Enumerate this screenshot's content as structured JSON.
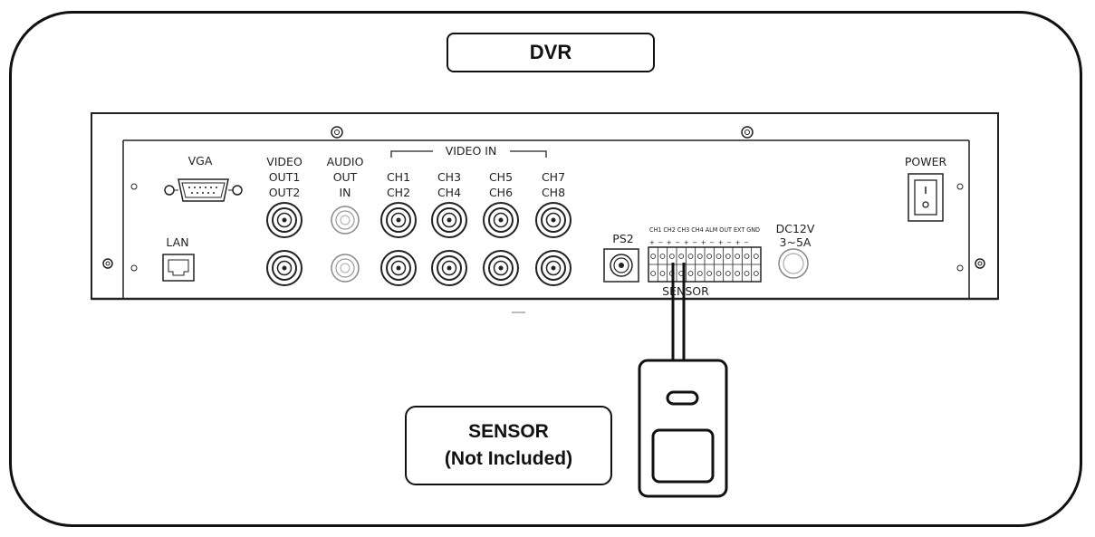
{
  "title": "DVR",
  "panel": {
    "vga": "VGA",
    "lan": "LAN",
    "video_out": [
      "VIDEO",
      "OUT1",
      "OUT2"
    ],
    "audio": [
      "AUDIO",
      "OUT",
      "IN"
    ],
    "video_in": "VIDEO IN",
    "channels": [
      [
        "CH1",
        "CH2"
      ],
      [
        "CH3",
        "CH4"
      ],
      [
        "CH5",
        "CH6"
      ],
      [
        "CH7",
        "CH8"
      ]
    ],
    "ps2": "PS2",
    "terminal_header": "CH1 CH2 CH3 CH4 ALM OUT EXT GND",
    "sensor_terminal": "SENSOR",
    "dc": [
      "DC12V",
      "3~5A"
    ],
    "power": "POWER"
  },
  "sensor_label": [
    "SENSOR",
    "(Not Included)"
  ]
}
